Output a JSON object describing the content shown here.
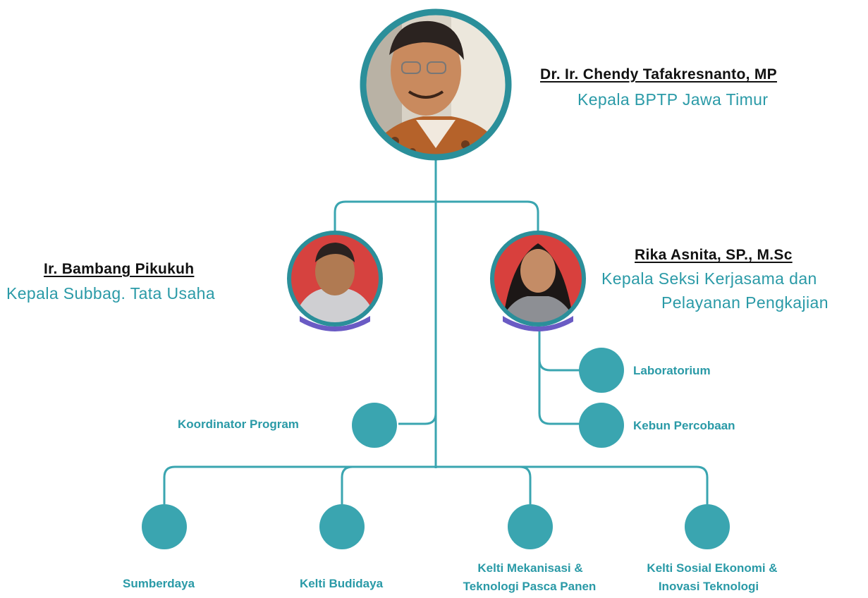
{
  "colors": {
    "accent": "#3aa5b0",
    "label": "#2a9aa7",
    "name": "#111111",
    "photo_ring": "#2b8f9a",
    "shadow": "#6a5bc4"
  },
  "head": {
    "name": "Dr. Ir. Chendy Tafakresnanto, MP",
    "role": "Kepala BPTP Jawa Timur"
  },
  "left_officer": {
    "name": "Ir. Bambang Pikukuh",
    "role": "Kepala Subbag. Tata Usaha"
  },
  "right_officer": {
    "name": "Rika Asnita, SP., M.Sc",
    "role_line1": "Kepala Seksi Kerjasama dan",
    "role_line2": "Pelayanan Pengkajian"
  },
  "units": {
    "laboratorium": "Laboratorium",
    "kebun": "Kebun Percobaan",
    "koordinator": "Koordinator Program",
    "sumberdaya": "Sumberdaya",
    "budidaya": "Kelti Budidaya",
    "mekanisasi_1": "Kelti Mekanisasi &",
    "mekanisasi_2": "Teknologi Pasca Panen",
    "sosek_1": "Kelti Sosial Ekonomi &",
    "sosek_2": "Inovasi Teknologi"
  }
}
